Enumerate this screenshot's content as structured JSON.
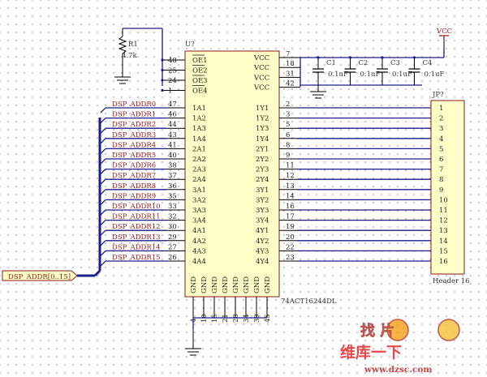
{
  "ic": {
    "designator": "U?",
    "part": "74ACT16244DL",
    "oe_pins": [
      {
        "num": "48",
        "name": "OE1"
      },
      {
        "num": "25",
        "name": "OE2"
      },
      {
        "num": "24",
        "name": "OE3"
      },
      {
        "num": "1",
        "name": "OE4"
      }
    ],
    "vcc_pins": [
      {
        "num": "7",
        "name": "VCC"
      },
      {
        "num": "18",
        "name": "VCC"
      },
      {
        "num": "31",
        "name": "VCC"
      },
      {
        "num": "42",
        "name": "VCC"
      }
    ],
    "inputs": [
      {
        "num": "47",
        "name": "1A1",
        "net": "DSP_ADDR0"
      },
      {
        "num": "46",
        "name": "1A2",
        "net": "DSP_ADDR1"
      },
      {
        "num": "44",
        "name": "1A3",
        "net": "DSP_ADDR2"
      },
      {
        "num": "43",
        "name": "1A4",
        "net": "DSP_ADDR3"
      },
      {
        "num": "41",
        "name": "2A1",
        "net": "DSP_ADDR4"
      },
      {
        "num": "40",
        "name": "2A2",
        "net": "DSP_ADDR5"
      },
      {
        "num": "38",
        "name": "2A3",
        "net": "DSP_ADDR6"
      },
      {
        "num": "37",
        "name": "2A4",
        "net": "DSP_ADDR7"
      },
      {
        "num": "36",
        "name": "3A1",
        "net": "DSP_ADDR8"
      },
      {
        "num": "35",
        "name": "3A2",
        "net": "DSP_ADDR9"
      },
      {
        "num": "33",
        "name": "3A3",
        "net": "DSP_ADDR10"
      },
      {
        "num": "32",
        "name": "3A4",
        "net": "DSP_ADDR11"
      },
      {
        "num": "30",
        "name": "4A1",
        "net": "DSP_ADDR12"
      },
      {
        "num": "29",
        "name": "4A2",
        "net": "DSP_ADDR13"
      },
      {
        "num": "27",
        "name": "4A3",
        "net": "DSP_ADDR14"
      },
      {
        "num": "26",
        "name": "4A4",
        "net": "DSP_ADDR15"
      }
    ],
    "outputs": [
      {
        "num": "2",
        "name": "1Y1"
      },
      {
        "num": "3",
        "name": "1Y2"
      },
      {
        "num": "5",
        "name": "1Y3"
      },
      {
        "num": "6",
        "name": "1Y4"
      },
      {
        "num": "8",
        "name": "2Y1"
      },
      {
        "num": "9",
        "name": "2Y2"
      },
      {
        "num": "11",
        "name": "2Y3"
      },
      {
        "num": "12",
        "name": "2Y4"
      },
      {
        "num": "13",
        "name": "3Y1"
      },
      {
        "num": "14",
        "name": "3Y2"
      },
      {
        "num": "16",
        "name": "3Y3"
      },
      {
        "num": "17",
        "name": "3Y4"
      },
      {
        "num": "19",
        "name": "4Y1"
      },
      {
        "num": "20",
        "name": "4Y2"
      },
      {
        "num": "22",
        "name": "4Y3"
      },
      {
        "num": "23",
        "name": "4Y4"
      }
    ],
    "gnd_pins": [
      {
        "num": "4",
        "name": "GND"
      },
      {
        "num": "10",
        "name": "GND"
      },
      {
        "num": "15",
        "name": "GND"
      },
      {
        "num": "21",
        "name": "GND"
      },
      {
        "num": "28",
        "name": "GND"
      },
      {
        "num": "34",
        "name": "GND"
      },
      {
        "num": "39",
        "name": "GND"
      },
      {
        "num": "45",
        "name": "GND"
      }
    ]
  },
  "resistor": {
    "designator": "R1",
    "value": "4.7k"
  },
  "capacitors": [
    {
      "designator": "C1",
      "value": "0.1uF"
    },
    {
      "designator": "C2",
      "value": "0.1uF"
    },
    {
      "designator": "C3",
      "value": "0.1uF"
    },
    {
      "designator": "C4",
      "value": "0.1uF"
    }
  ],
  "power_label": "VCC",
  "bus_port": "DSP_ADDR[0..15]",
  "header": {
    "designator": "JP?",
    "part": "Header 16",
    "pins": [
      "1",
      "2",
      "3",
      "4",
      "5",
      "6",
      "7",
      "8",
      "9",
      "10",
      "11",
      "12",
      "13",
      "14",
      "15",
      "16"
    ]
  },
  "watermark": {
    "line1": "找 片",
    "line2": "维库一下",
    "url": "www.dzsc.com"
  },
  "colors": {
    "wire": "#1c1c8e",
    "net_label": "#a0221e",
    "body": "#ffffc8",
    "body_border": "#8b1a1a",
    "power": "#a0221e"
  }
}
